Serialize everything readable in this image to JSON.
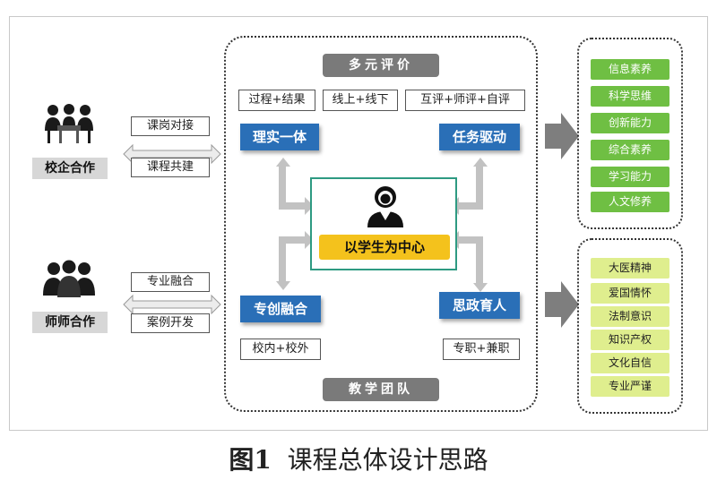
{
  "left": {
    "top_actor": {
      "label": "校企合作",
      "items": [
        "课岗对接",
        "课程共建"
      ]
    },
    "bottom_actor": {
      "label": "师师合作",
      "items": [
        "专业融合",
        "案例开发"
      ]
    }
  },
  "center": {
    "top_header": "多元评价",
    "bottom_header": "教学团队",
    "top_tags": [
      "过程+结果",
      "线上+线下",
      "互评+师评+自评"
    ],
    "corner_boxes": {
      "top_left": "理实一体",
      "top_right": "任务驱动",
      "bottom_left": "专创融合",
      "bottom_right": "思政育人"
    },
    "bottom_tags": {
      "left": "校内+校外",
      "right": "专职+兼职"
    },
    "core_label": "以学生为中心"
  },
  "right": {
    "top_panel_items": [
      "信息素养",
      "科学思维",
      "创新能力",
      "综合素养",
      "学习能力",
      "人文修养"
    ],
    "bottom_panel_items": [
      "大医精神",
      "爱国情怀",
      "法制意识",
      "知识产权",
      "文化自信",
      "专业严谨"
    ]
  },
  "caption": {
    "number": "图1",
    "title": "课程总体设计思路"
  },
  "colors": {
    "blue": "#2a6fb7",
    "green": "#6fbf43",
    "lime": "#dfee8e",
    "yellow": "#f4c21c",
    "grey": "#7a7a7a",
    "teal_border": "#2e9a82"
  }
}
